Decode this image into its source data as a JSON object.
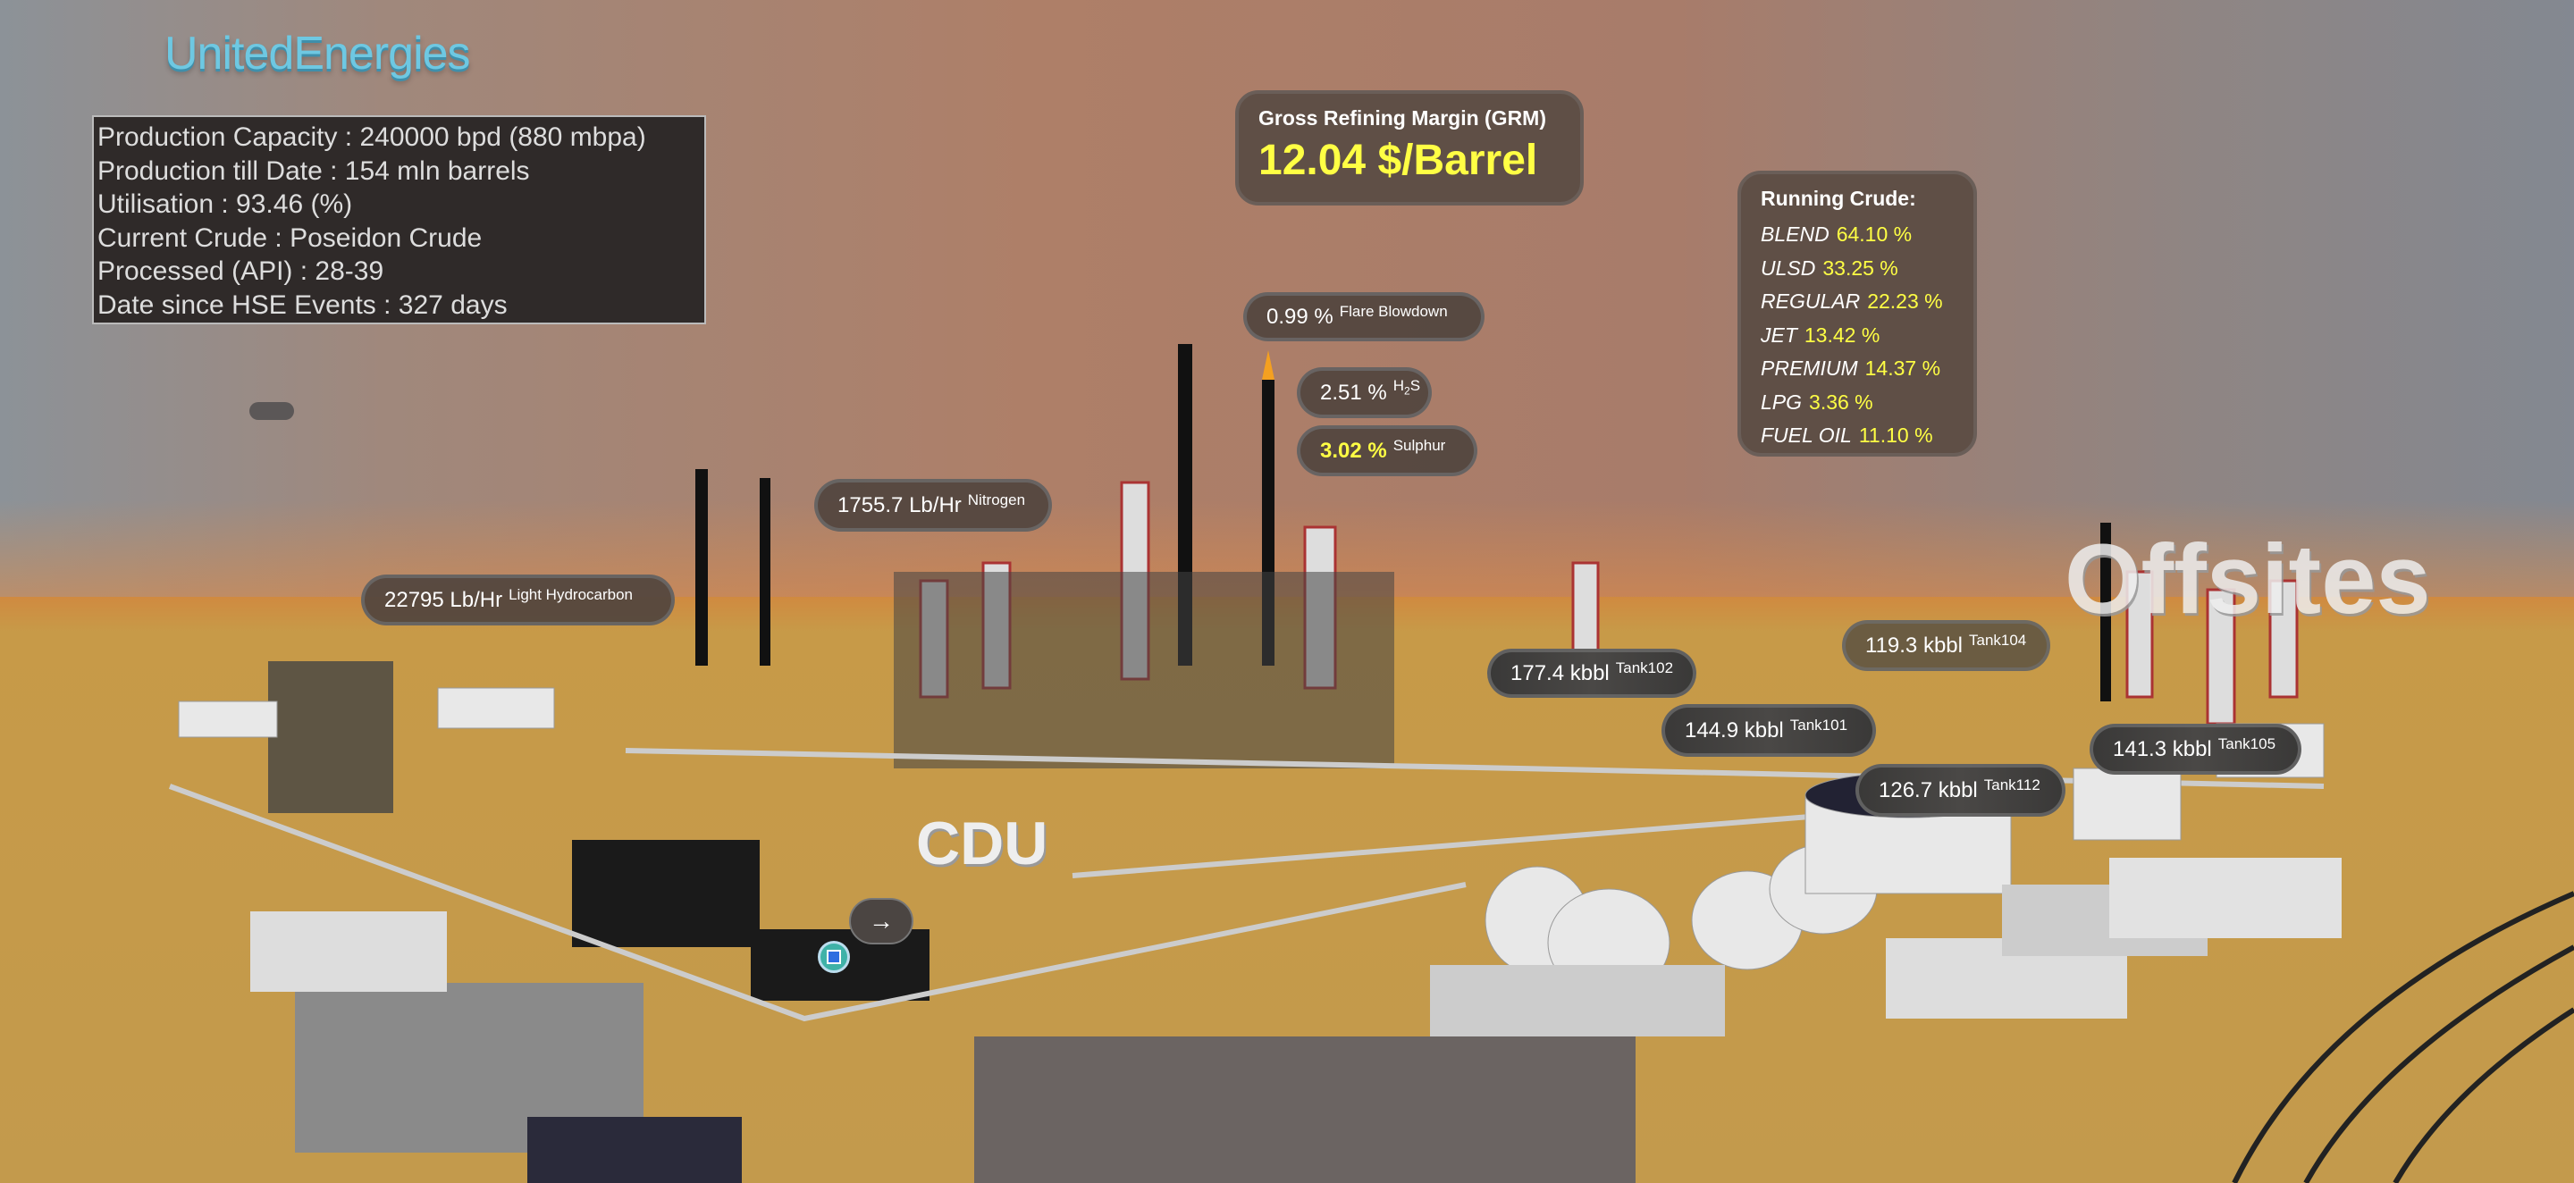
{
  "logo": "UnitedEnergies",
  "info_panel": {
    "lines": [
      "Production Capacity : 240000 bpd (880 mbpa)",
      "Production till Date : 154 mln barrels",
      "Utilisation : 93.46 (%)",
      "Current Crude : Poseidon Crude",
      "Processed (API) : 28-39",
      "Date since HSE Events : 327 days"
    ]
  },
  "grm": {
    "title": "Gross Refining Margin (GRM)",
    "value": "12.04 $/Barrel"
  },
  "running_crude": {
    "title": "Running Crude:",
    "items": [
      {
        "name": "BLEND",
        "value": "64.10 %"
      },
      {
        "name": "ULSD",
        "value": "33.25 %"
      },
      {
        "name": "REGULAR",
        "value": "22.23 %"
      },
      {
        "name": "JET",
        "value": "13.42 %"
      },
      {
        "name": "PREMIUM",
        "value": "14.37 %"
      },
      {
        "name": "LPG",
        "value": "3.36 %"
      },
      {
        "name": "FUEL OIL",
        "value": "11.10 %"
      }
    ]
  },
  "emissions": {
    "flare": {
      "value": "0.99 %",
      "label": "Flare Blowdown"
    },
    "h2s": {
      "value": "2.51 %",
      "label_main": "H",
      "label_sub": "2",
      "label_end": "S"
    },
    "sulphur": {
      "value": "3.02 %",
      "label": "Sulphur"
    },
    "nitrogen": {
      "value": "1755.7 Lb/Hr",
      "label": "Nitrogen"
    },
    "light_hc": {
      "value": "22795 Lb/Hr",
      "label": "Light Hydrocarbon"
    }
  },
  "tanks": [
    {
      "value": "177.4 kbbl",
      "label": "Tank102"
    },
    {
      "value": "144.9 kbbl",
      "label": "Tank101"
    },
    {
      "value": "119.3 kbbl",
      "label": "Tank104"
    },
    {
      "value": "126.7 kbbl",
      "label": "Tank112"
    },
    {
      "value": "141.3 kbbl",
      "label": "Tank105"
    }
  ],
  "scene_labels": {
    "cdu": "CDU",
    "offsites": "Offsites"
  },
  "nav": {
    "arrow": "→"
  }
}
